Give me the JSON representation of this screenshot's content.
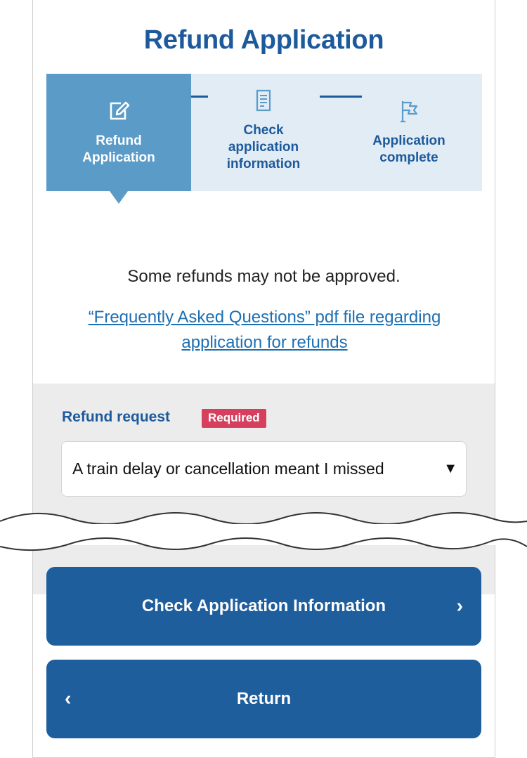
{
  "page": {
    "title": "Refund Application"
  },
  "stepper": {
    "steps": [
      {
        "label": "Refund\nApplication",
        "icon": "edit-icon",
        "active": true
      },
      {
        "label": "Check\napplication\ninformation",
        "icon": "document-list-icon",
        "active": false
      },
      {
        "label": "Application\ncomplete",
        "icon": "flag-icon",
        "active": false
      }
    ]
  },
  "notice": {
    "text": "Some refunds may not be approved.",
    "faq_link": "“Frequently Asked Questions” pdf file regarding application for refunds"
  },
  "form": {
    "refund_request_label": "Refund request",
    "required_badge": "Required",
    "refund_request_value": "A train delay or cancellation meant I missed"
  },
  "buttons": {
    "check_label": "Check Application Information",
    "return_label": "Return"
  },
  "colors": {
    "brand_blue": "#1d5a9c",
    "active_step": "#5b9bc8",
    "stepper_bg": "#e1ecf5",
    "required": "#d63f5d",
    "button": "#1f5e9d"
  }
}
